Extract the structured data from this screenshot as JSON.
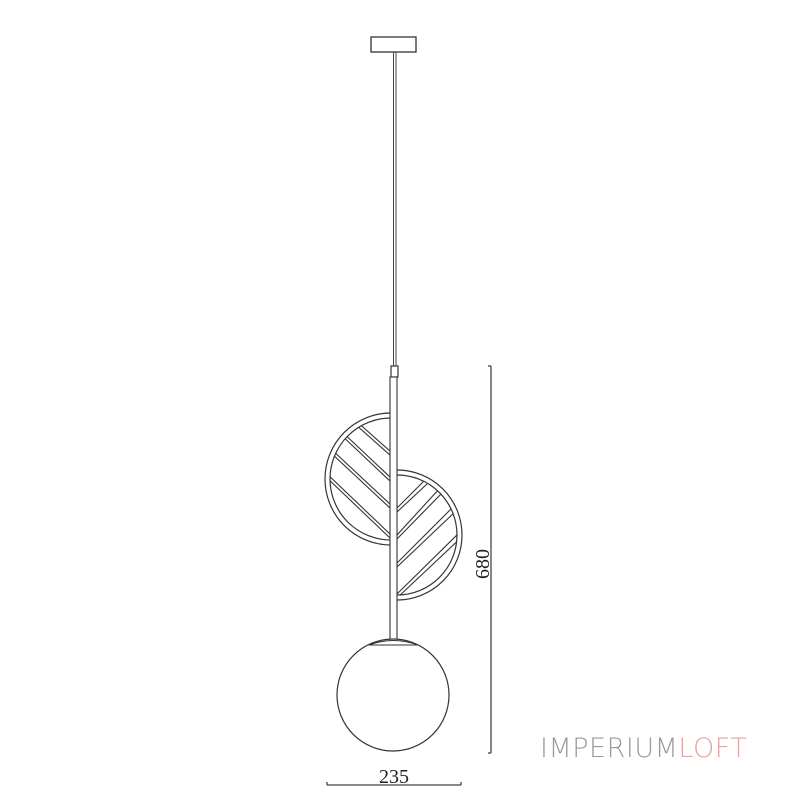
{
  "diagram": {
    "subject": "pendant lamp technical drawing",
    "parts": [
      "ceiling-canopy",
      "suspension-cord",
      "connector",
      "stem",
      "upper-half-disc-panel",
      "lower-half-disc-panel",
      "glass-globe"
    ],
    "dimensions": {
      "height": "680",
      "width": "235"
    },
    "line_color": "#333333"
  },
  "logo": {
    "part1": "IMPERIUM",
    "part2": "LOFT",
    "color1": "#9a9a9a",
    "color2": "#e3a4a4"
  }
}
